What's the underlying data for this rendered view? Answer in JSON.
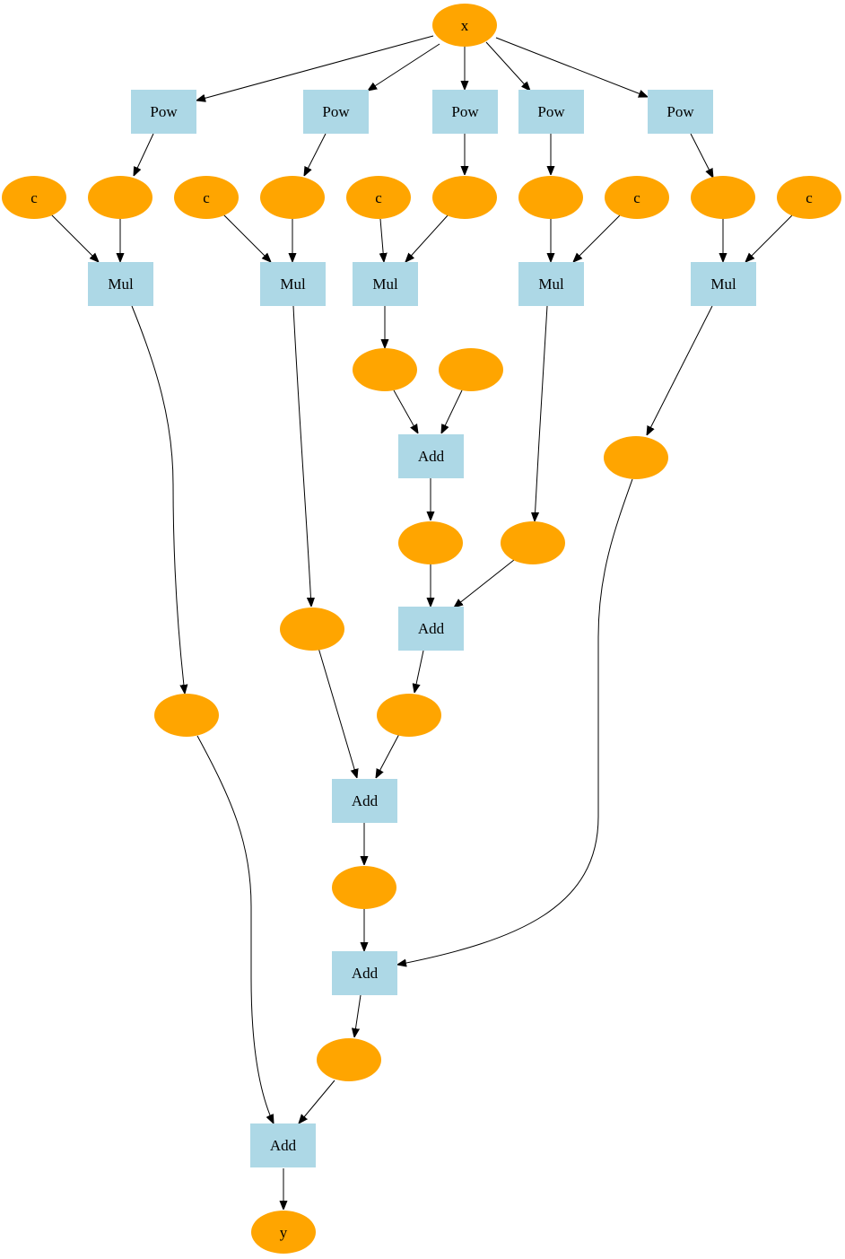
{
  "colors": {
    "data_node": "#ffa500",
    "op_node": "#add8e6",
    "edge": "#000000"
  },
  "nodes": {
    "x": "x",
    "y": "y",
    "pow_1": "Pow",
    "pow_2": "Pow",
    "pow_3": "Pow",
    "pow_4": "Pow",
    "pow_5": "Pow",
    "c_1": "c",
    "c_2": "c",
    "c_3": "c",
    "c_4": "c",
    "c_5": "c",
    "mul_1": "Mul",
    "mul_2": "Mul",
    "mul_3": "Mul",
    "mul_4": "Mul",
    "mul_5": "Mul",
    "add_1": "Add",
    "add_2": "Add",
    "add_3": "Add",
    "add_4": "Add",
    "add_5": "Add"
  }
}
